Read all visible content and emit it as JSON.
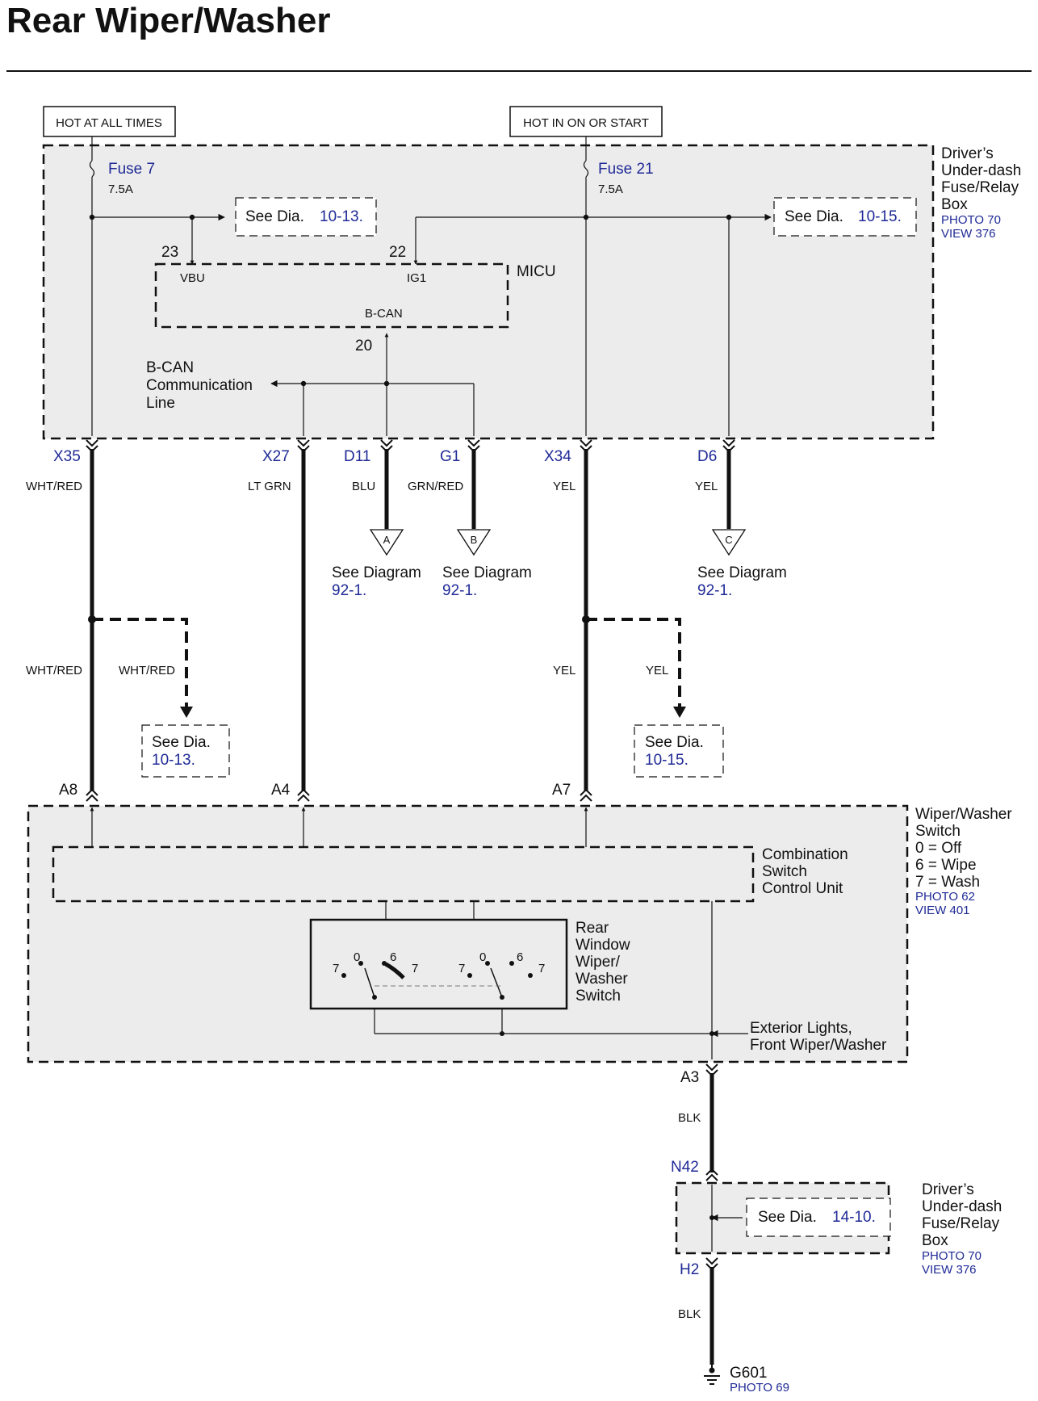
{
  "title": "Rear Wiper/Washer",
  "power": {
    "hot_at_all_times": "HOT AT ALL TIMES",
    "hot_in_on_or_start": "HOT IN ON OR START"
  },
  "fuse_box_top": {
    "name": [
      "Driver’s",
      "Under-dash",
      "Fuse/Relay",
      "Box"
    ],
    "photo": "PHOTO 70",
    "view": "VIEW 376",
    "fuse7": {
      "label": "Fuse 7",
      "rating": "7.5A"
    },
    "fuse21": {
      "label": "Fuse 21",
      "rating": "7.5A"
    },
    "see_dia_1": {
      "prefix": "See Dia.",
      "ref": "10-13."
    },
    "see_dia_2": {
      "prefix": "See Dia.",
      "ref": "10-15."
    }
  },
  "micu": {
    "name": "MICU",
    "pin_vbu": "23",
    "label_vbu": "VBU",
    "pin_ig1": "22",
    "label_ig1": "IG1",
    "pin_bcan": "20",
    "label_bcan": "B-CAN",
    "comm_line": [
      "B-CAN",
      "Communication",
      "Line"
    ]
  },
  "connectors_top": {
    "x35": "X35",
    "x27": "X27",
    "d11": "D11",
    "g1": "G1",
    "x34": "X34",
    "d6": "D6"
  },
  "wires": {
    "x35": "WHT/RED",
    "x27": "LT GRN",
    "d11": "BLU",
    "g1": "GRN/RED",
    "x34": "YEL",
    "d6": "YEL",
    "x35_lower": "WHT/RED",
    "branch_left": "WHT/RED",
    "x34_lower": "YEL",
    "branch_right": "YEL",
    "ground_upper": "BLK",
    "ground_lower": "BLK"
  },
  "offpage": {
    "a": {
      "letter": "A",
      "text": "See Diagram",
      "ref": "92-1."
    },
    "b": {
      "letter": "B",
      "text": "See Diagram",
      "ref": "92-1."
    },
    "c": {
      "letter": "C",
      "text": "See Diagram",
      "ref": "92-1."
    }
  },
  "branch_refs": {
    "left": {
      "prefix": "See Dia.",
      "ref": "10-13."
    },
    "right": {
      "prefix": "See Dia.",
      "ref": "10-15."
    }
  },
  "switch_connectors": {
    "a8": "A8",
    "a4": "A4",
    "a7": "A7",
    "a3": "A3"
  },
  "wiper_switch": {
    "name": [
      "Wiper/Washer",
      "Switch",
      "0 = Off",
      "6 = Wipe",
      "7 = Wash"
    ],
    "photo": "PHOTO 62",
    "view": "VIEW 401",
    "control_unit": [
      "Combination",
      "Switch",
      "Control Unit"
    ],
    "rear_switch": [
      "Rear",
      "Window",
      "Wiper/",
      "Washer",
      "Switch"
    ],
    "positions": {
      "p7": "7",
      "p0": "0",
      "p6": "6"
    },
    "exterior": [
      "Exterior Lights,",
      "Front Wiper/Washer"
    ]
  },
  "fuse_box_bottom": {
    "n42": "N42",
    "h2": "H2",
    "name": [
      "Driver’s",
      "Under-dash",
      "Fuse/Relay",
      "Box"
    ],
    "photo": "PHOTO 70",
    "view": "VIEW 376",
    "see_dia": {
      "prefix": "See Dia.",
      "ref": "14-10."
    }
  },
  "ground": {
    "name": "G601",
    "photo": "PHOTO 69"
  }
}
